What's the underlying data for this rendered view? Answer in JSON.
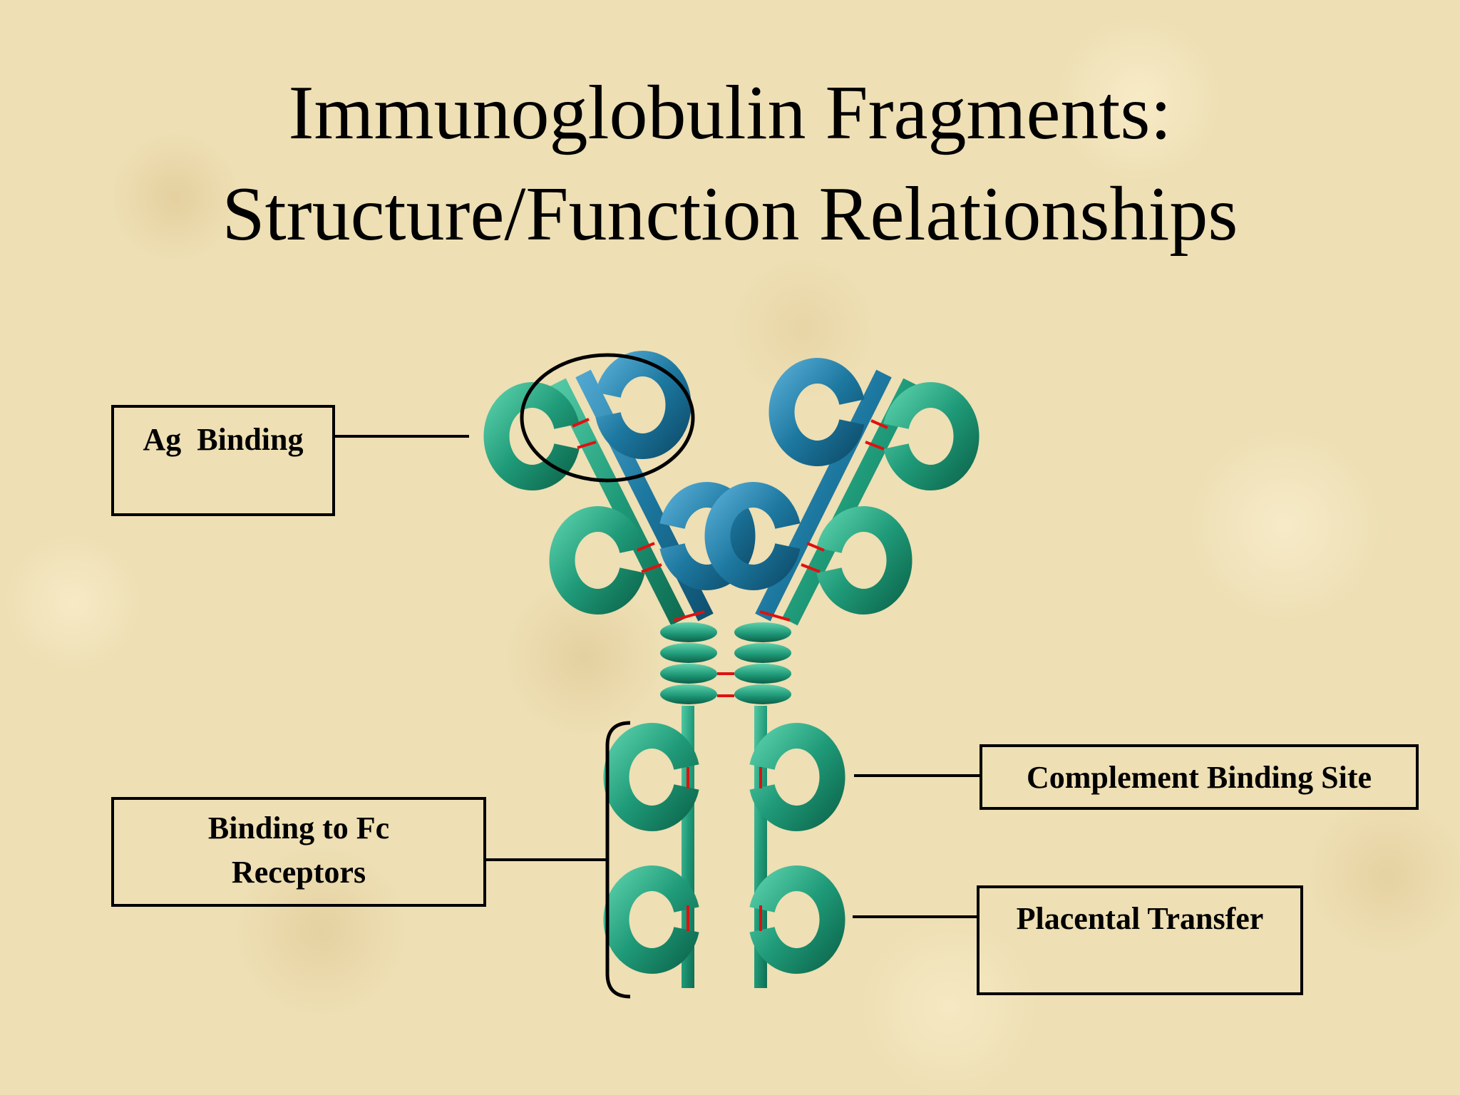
{
  "slide": {
    "title_line1": "Immunoglobulin Fragments:",
    "title_line2": "Structure/Function Relationships"
  },
  "labels": {
    "ag_binding": "Ag  Binding",
    "fc_receptors_line1": "Binding to Fc",
    "fc_receptors_line2": "Receptors",
    "complement": "Complement Binding Site",
    "placental": "Placental Transfer"
  },
  "colors": {
    "heavy_chain": "#1f9a78",
    "light_chain": "#1d78a0",
    "disulfide_bond": "#e01010",
    "outline": "#000000",
    "background": "#eedfb4"
  }
}
